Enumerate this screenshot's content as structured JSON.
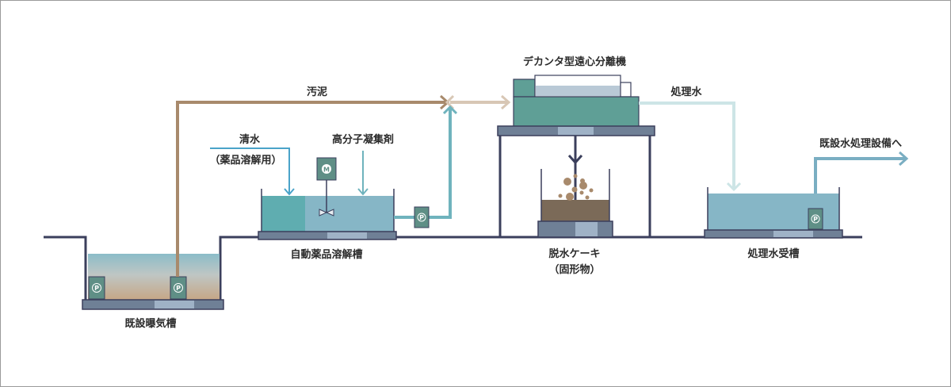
{
  "diagram": {
    "title": "",
    "labels": {
      "aeration_tank": "既設曝気槽",
      "sludge": "汚泥",
      "clean_water": "清水",
      "clean_water_note": "（薬品溶解用）",
      "polymer_coagulant": "高分子凝集剤",
      "dissolving_tank": "自動薬品溶解槽",
      "decanter": "デカンタ型遠心分離機",
      "treated_water": "処理水",
      "cake": "脱水ケーキ",
      "cake_note": "（固形物）",
      "treated_water_tank": "処理水受槽",
      "to_existing_facility": "既設水処理設備へ"
    },
    "pump_symbol": "P",
    "motor_symbol": "M",
    "colors": {
      "outline": "#3b3f5c",
      "sludge_line": "#a88a6c",
      "sludge_mix_line": "#d8c7b5",
      "chem_line": "#6fb3bd",
      "clean_water_line": "#4aa3c9",
      "treated_line": "#cde5e6",
      "discharge_line": "#7aaec2",
      "tank_water": "#86b6c6",
      "tank_teal": "#5fadb0",
      "base": "#6f8096",
      "base_light": "#9fb2c6",
      "pump": "#5f8f86",
      "decanter_body": "#5f9f96",
      "cake": "#7b6a58",
      "cake_particles": "#a88a6c"
    }
  }
}
